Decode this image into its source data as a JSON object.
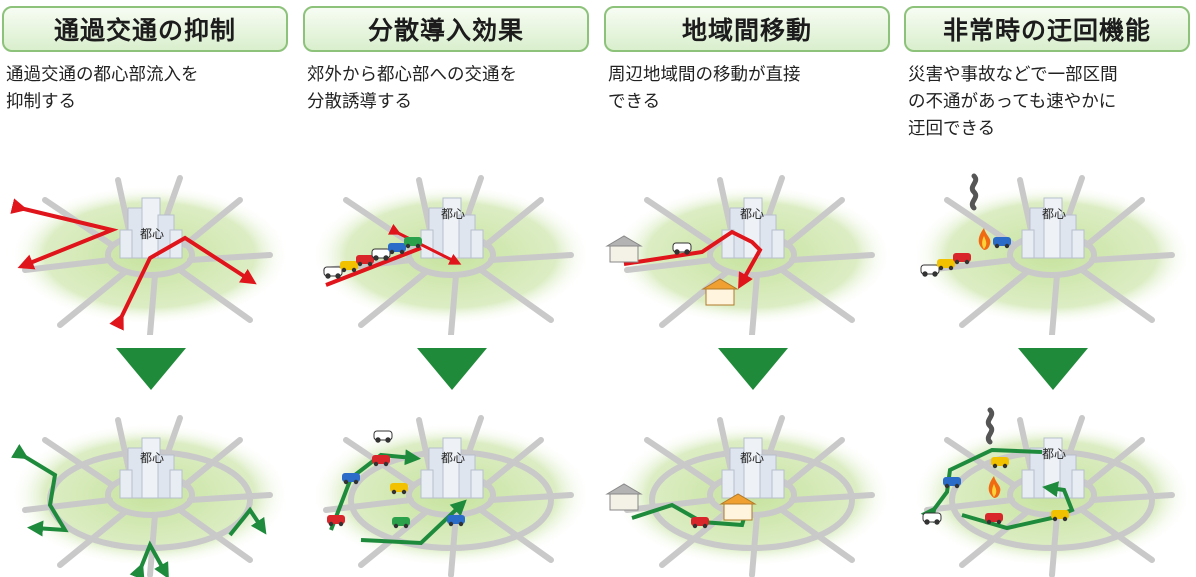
{
  "panels": [
    {
      "title": "通過交通の抑制",
      "description": "通過交通の都心部流入を\n抑制する",
      "city_label": "都心"
    },
    {
      "title": "分散導入効果",
      "description": "郊外から都心部への交通を\n分散誘導する",
      "city_label": "都心"
    },
    {
      "title": "地域間移動",
      "description": "周辺地域間の移動が直接\nできる",
      "city_label": "都心"
    },
    {
      "title": "非常時の迂回機能",
      "description": "災害や事故などで一部区間\nの不通があっても速やかに\n迂回できる",
      "city_label": "都心"
    }
  ],
  "colors": {
    "header_border": "#8cc27a",
    "header_fill": "#d9efcd",
    "ground": "#cfe6ad",
    "road": "#c9c9c9",
    "arrow_red": "#e0141b",
    "arrow_green": "#1e8a3c",
    "triangle": "#1f8a3a"
  }
}
